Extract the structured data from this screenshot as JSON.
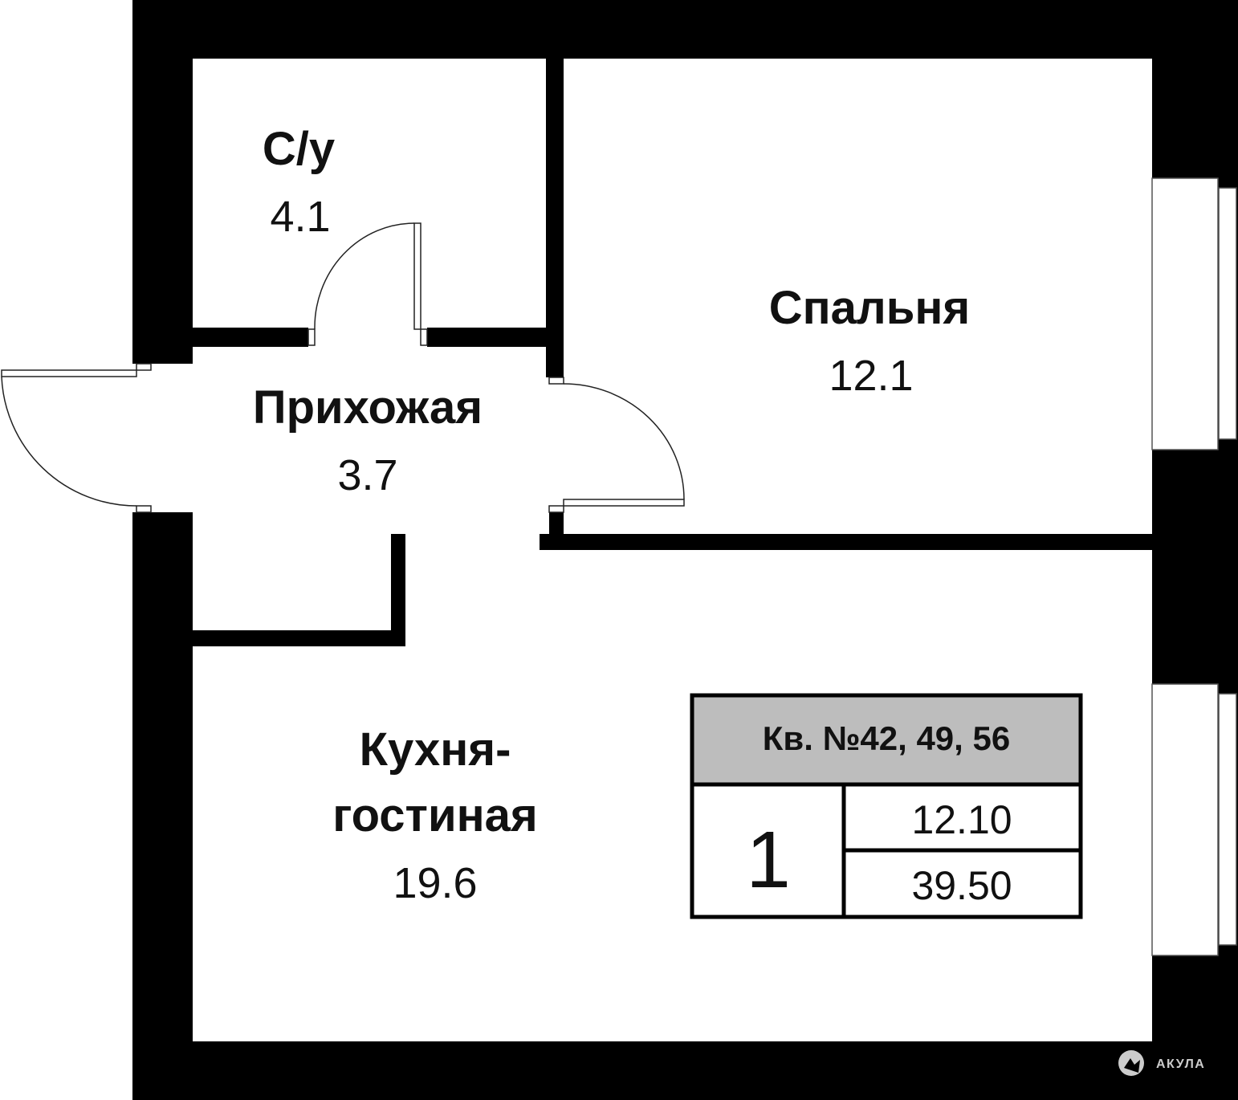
{
  "rooms": {
    "bathroom": {
      "name": "С/у",
      "area": "4.1"
    },
    "bedroom": {
      "name": "Спальня",
      "area": "12.1"
    },
    "hallway": {
      "name": "Прихожая",
      "area": "3.7"
    },
    "kitchen": {
      "name_line1": "Кухня-",
      "name_line2": "гостиная",
      "area": "19.6"
    }
  },
  "info_table": {
    "header": "Кв. №42, 49, 56",
    "rooms_count": "1",
    "living_area": "12.10",
    "total_area": "39.50"
  },
  "logo": {
    "text": "АКУЛА"
  },
  "colors": {
    "wall": "#000000",
    "header_bg": "#bdbdbd"
  }
}
